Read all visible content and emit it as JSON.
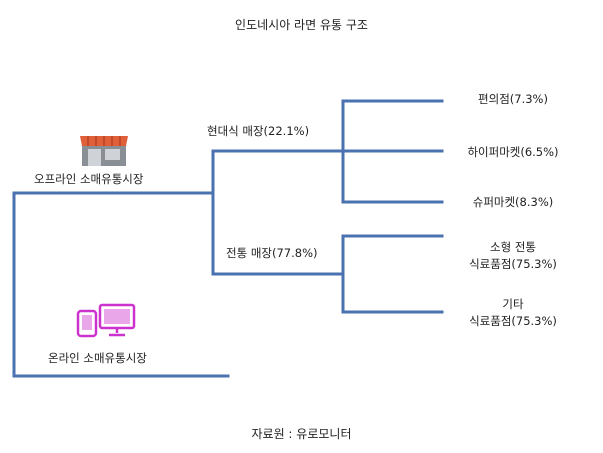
{
  "title": "인도네시아 라면 유통 구조",
  "source": "자료원 : 유로모니터",
  "colors": {
    "line": "#4a72b0",
    "store_roof": "#e0603a",
    "store_body": "#8a8f96",
    "device": "#cc33cc"
  },
  "channels": {
    "offline": {
      "label": "오프라인 소매유통시장",
      "icon": "store-icon"
    },
    "online": {
      "label": "온라인 소매유통시장",
      "icon": "devices-icon"
    }
  },
  "segments": {
    "modern": "현대식 매장(22.1%)",
    "traditional": "전통 매장(77.8%)"
  },
  "leaves": {
    "convenience": "편의점(7.3%)",
    "hypermarket": "하이퍼마켓(6.5%)",
    "supermarket": "슈퍼마켓(8.3%)",
    "small_grocer_line1": "소형 전통",
    "small_grocer_line2": "식료품점(75.3%)",
    "other_grocer_line1": "기타",
    "other_grocer_line2": "식료품점(75.3%)"
  }
}
